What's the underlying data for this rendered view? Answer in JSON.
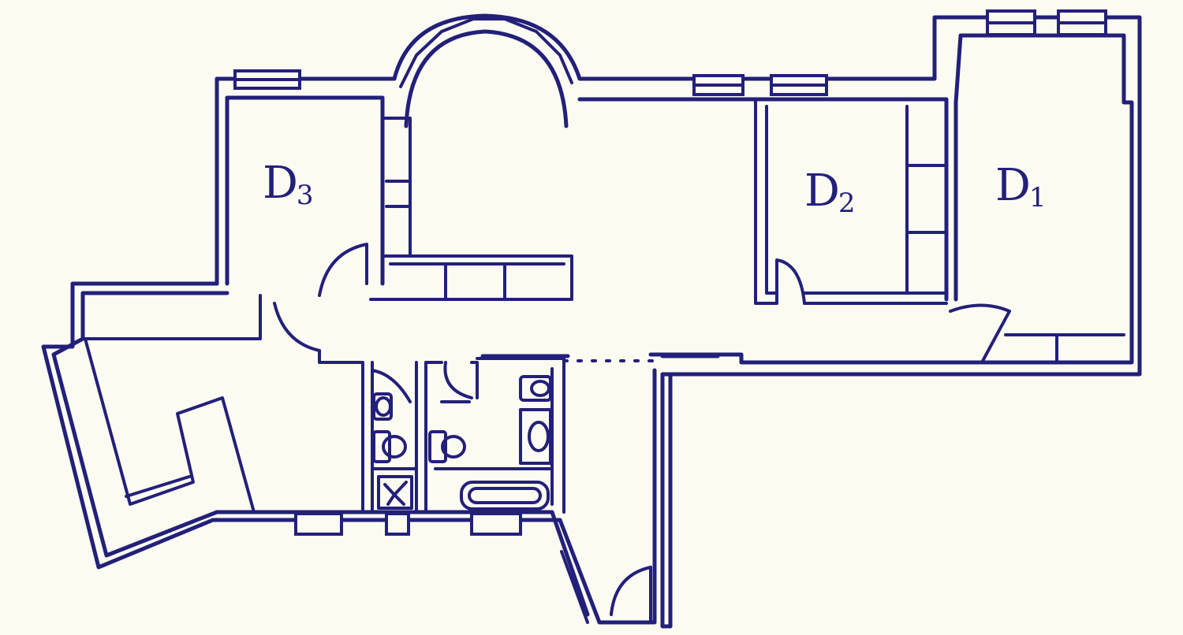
{
  "floor_plan": {
    "rooms": [
      {
        "id": "d1",
        "label": "D",
        "index": "1"
      },
      {
        "id": "d2",
        "label": "D",
        "index": "2"
      },
      {
        "id": "d3",
        "label": "D",
        "index": "3"
      }
    ],
    "ink_color": "#23207a",
    "paper_color": "#fbfbf2"
  }
}
